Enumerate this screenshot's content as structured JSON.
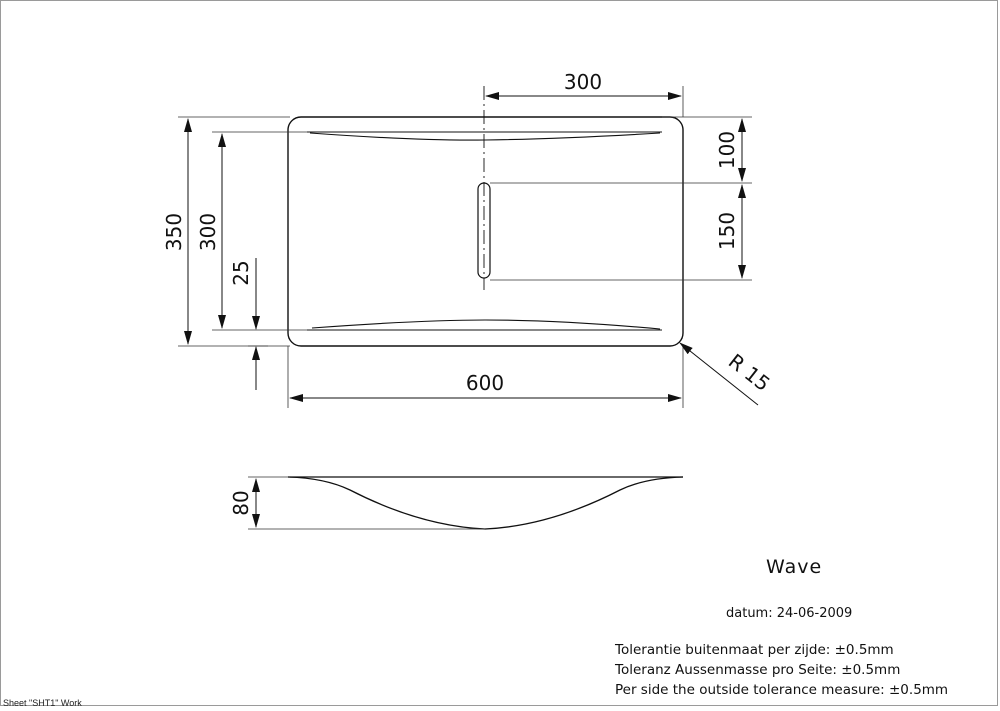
{
  "title": "Wave",
  "datum_label": "datum:",
  "datum_value": "24-06-2009",
  "tolerances": [
    {
      "text": "Tolerantie buitenmaat per zijde:",
      "value": "±0.5mm"
    },
    {
      "text": "Toleranz Aussenmasse pro Seite:",
      "value": "±0.5mm"
    },
    {
      "text": "Per side the outside tolerance measure:",
      "value": "±0.5mm"
    }
  ],
  "dimensions": {
    "width": "600",
    "half_width": "300",
    "depth_total": "350",
    "depth_inner": "300",
    "edge_offset": "25",
    "drain_offset": "100",
    "drain_length": "150",
    "corner_radius": "R 15",
    "bowl_depth": "80"
  },
  "sheet_label": "Sheet \"SHT1\" Work"
}
